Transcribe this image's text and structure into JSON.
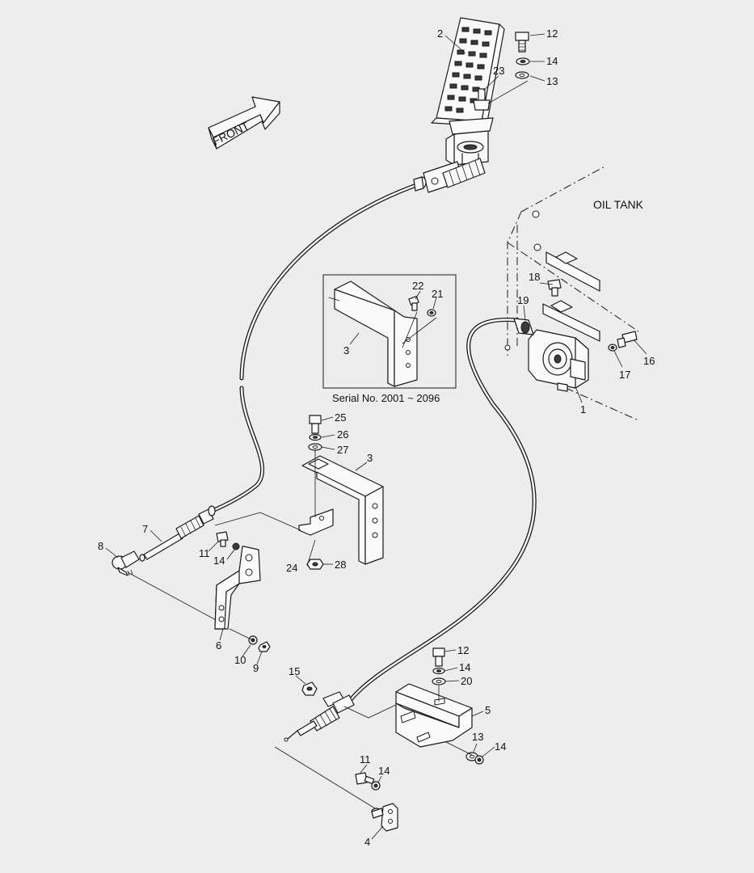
{
  "labels": {
    "front": "FRONT",
    "oil_tank": "OIL TANK",
    "serial": "Serial No. 2001 ~ 2096"
  },
  "callouts": {
    "p1": "1",
    "p2": "2",
    "p3a": "3",
    "p3b": "3",
    "p4": "4",
    "p5": "5",
    "p6": "6",
    "p7": "7",
    "p8": "8",
    "p9": "9",
    "p10": "10",
    "p11a": "11",
    "p11b": "11",
    "p12a": "12",
    "p12b": "12",
    "p13a": "13",
    "p13b": "13",
    "p14a": "14",
    "p14b": "14",
    "p14c": "14",
    "p14d": "14",
    "p15": "15",
    "p16": "16",
    "p17": "17",
    "p18": "18",
    "p19": "19",
    "p20": "20",
    "p21": "21",
    "p22": "22",
    "p23": "23",
    "p24": "24",
    "p25": "25",
    "p26": "26",
    "p27": "27",
    "p28": "28"
  }
}
